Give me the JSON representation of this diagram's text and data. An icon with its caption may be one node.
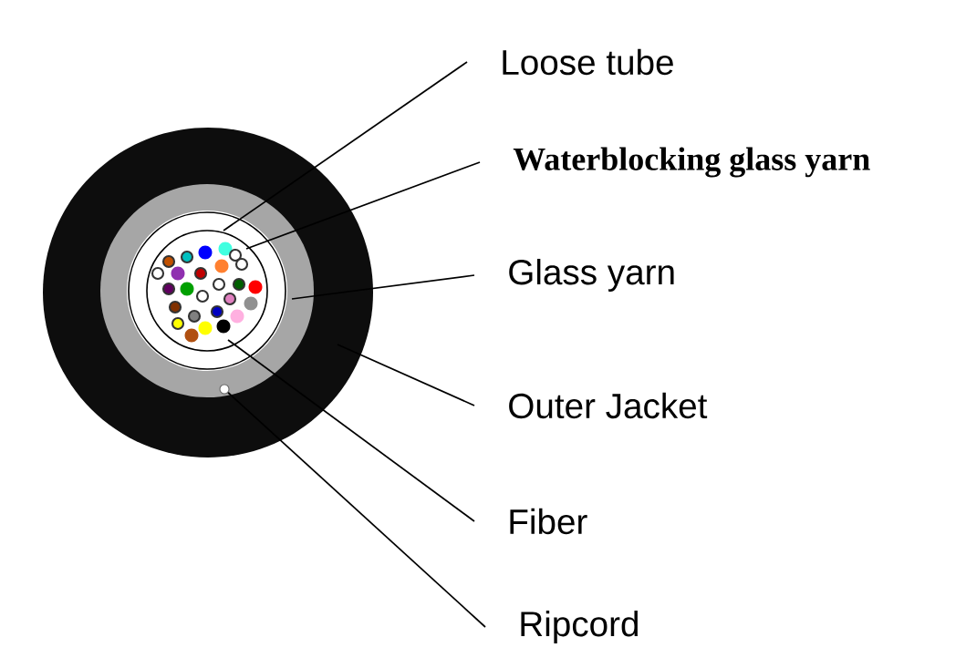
{
  "diagram": {
    "nodes": [
      {
        "text": [
          "Loose tube"
        ]
      },
      {
        "text": [
          "Waterblocking glass yarn"
        ]
      },
      {
        "text": [
          "Glass yarn"
        ]
      },
      {
        "text": [
          "Outer Jacket"
        ]
      },
      {
        "text": [
          "Fiber"
        ]
      },
      {
        "text": [
          "Ripcord"
        ]
      },
      {
        "text": [],
        "shape": "circle"
      }
    ],
    "edges": [
      {
        "from": 0,
        "to": null,
        "arrow": "none"
      },
      {
        "from": 1,
        "to": null,
        "arrow": "none"
      },
      {
        "from": 2,
        "to": null,
        "arrow": "none"
      },
      {
        "from": 3,
        "to": null,
        "arrow": "none"
      },
      {
        "from": 4,
        "to": null,
        "arrow": "none"
      },
      {
        "from": 5,
        "to": 6,
        "arrow": "none"
      }
    ]
  }
}
